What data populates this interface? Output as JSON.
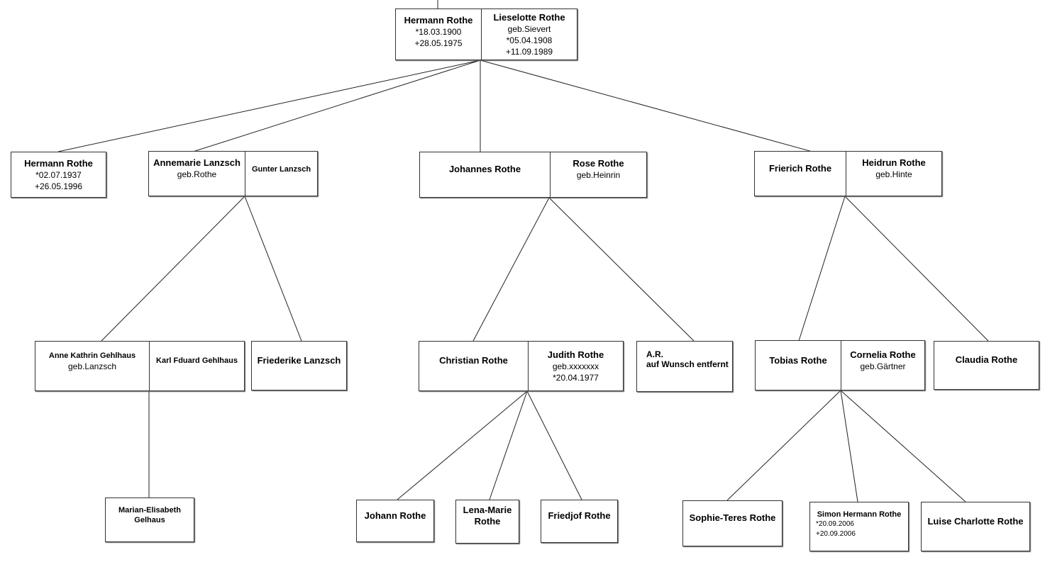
{
  "tree": {
    "root": {
      "left": {
        "name": "Hermann Rothe",
        "lines": [
          "*18.03.1900",
          "+28.05.1975"
        ]
      },
      "right": {
        "name": "Lieselotte Rothe",
        "lines": [
          "geb.Sievert",
          "*05.04.1908",
          "+11.09.1989"
        ]
      }
    },
    "gen2": [
      {
        "left": {
          "name": "Hermann Rothe",
          "lines": [
            "*02.07.1937",
            "+26.05.1996"
          ]
        }
      },
      {
        "left": {
          "name": "Annemarie Lanzsch",
          "lines": [
            "geb.Rothe"
          ]
        },
        "right": {
          "name": "Gunter Lanzsch",
          "lines": []
        }
      },
      {
        "left": {
          "name": "Johannes Rothe",
          "lines": []
        },
        "right": {
          "name": "Rose Rothe",
          "lines": [
            "geb.Heinrin"
          ]
        }
      },
      {
        "left": {
          "name": "Frierich Rothe",
          "lines": []
        },
        "right": {
          "name": "Heidrun Rothe",
          "lines": [
            "geb.Hinte"
          ]
        }
      }
    ],
    "gen3": [
      {
        "left": {
          "name": "Anne Kathrin Gehlhaus",
          "lines": [
            "geb.Lanzsch"
          ]
        },
        "right": {
          "name": "Karl Fduard Gehlhaus",
          "lines": []
        }
      },
      {
        "left": {
          "name": "Friederike Lanzsch",
          "lines": []
        }
      },
      {
        "left": {
          "name": "Christian Rothe",
          "lines": []
        },
        "right": {
          "name": "Judith Rothe",
          "lines": [
            "geb.xxxxxxx",
            "*20.04.1977"
          ]
        }
      },
      {
        "left": {
          "name": "A.R.\nauf Wunsch entfernt",
          "lines": []
        }
      },
      {
        "left": {
          "name": "Tobias Rothe",
          "lines": []
        },
        "right": {
          "name": "Cornelia Rothe",
          "lines": [
            "geb.Gärtner"
          ]
        }
      },
      {
        "left": {
          "name": "Claudia Rothe",
          "lines": []
        }
      }
    ],
    "gen4": [
      {
        "left": {
          "name": "Marian-Elisabeth Gelhaus",
          "lines": []
        }
      },
      {
        "left": {
          "name": "Johann Rothe",
          "lines": []
        }
      },
      {
        "left": {
          "name": "Lena-Marie Rothe",
          "lines": []
        }
      },
      {
        "left": {
          "name": "Friedjof Rothe",
          "lines": []
        }
      },
      {
        "left": {
          "name": "Sophie-Teres Rothe",
          "lines": []
        }
      },
      {
        "left": {
          "name": "Simon Hermann Rothe",
          "lines": [
            "*20.09.2006",
            "+20.09.2006"
          ]
        }
      },
      {
        "left": {
          "name": "Luise Charlotte Rothe",
          "lines": []
        }
      }
    ]
  }
}
